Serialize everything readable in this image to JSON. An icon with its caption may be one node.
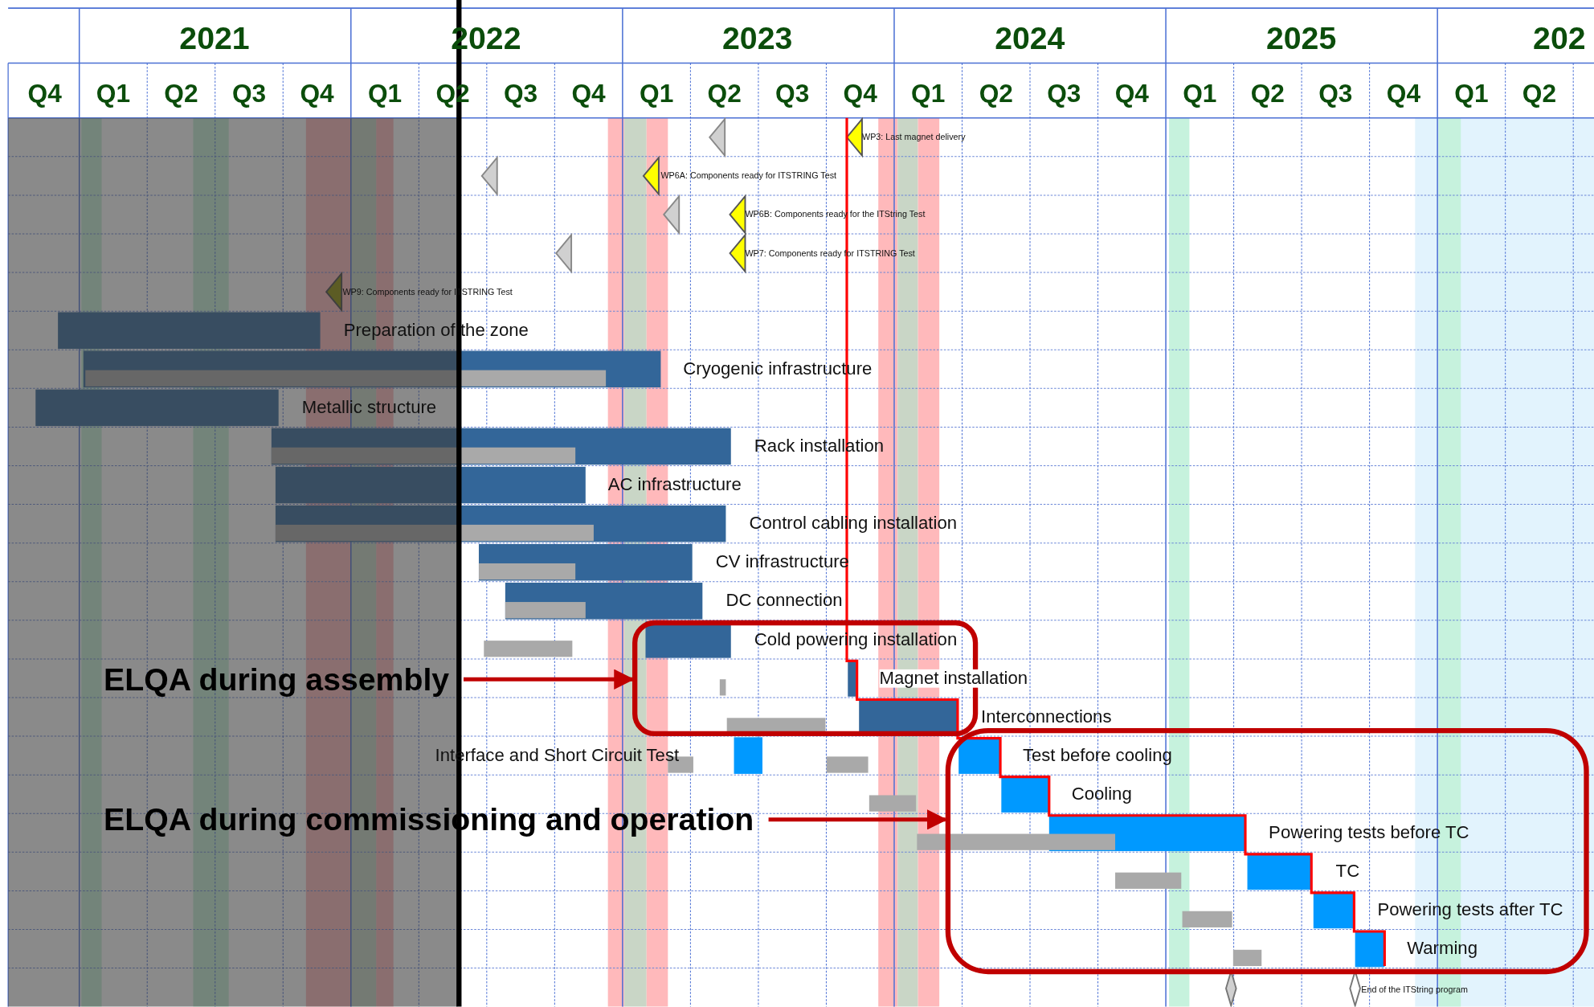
{
  "diagram": {
    "nodes": [
      {
        "text": [
          "ELQA during assembly"
        ]
      },
      {
        "text": [],
        "shape": "box"
      },
      {
        "text": [
          "ELQA during commissioning and operation"
        ]
      },
      {
        "text": [],
        "shape": "box"
      }
    ],
    "edges": [
      {
        "from": 0,
        "to": 1,
        "arrow": "to"
      },
      {
        "from": 2,
        "to": 3,
        "arrow": "to"
      }
    ],
    "labels": [
      "2021",
      "2022",
      "2023",
      "2024",
      "2025",
      "202",
      "Q4",
      "Q1",
      "Q2",
      "Q3",
      "Q4",
      "Q1",
      "Q2",
      "Q3",
      "Q4",
      "Q1",
      "Q2",
      "Q3",
      "Q4",
      "Q1",
      "Q2",
      "Q3",
      "Q4",
      "Q1",
      "Q2",
      "Q3",
      "Q4",
      "Q1",
      "Q2",
      "WP3: Last magnet delivery",
      "WP6A: Components ready for ITSTRING Test",
      "WP6B: Components ready for the ITString Test",
      "WP7: Components ready for ITSTRING Test",
      "WP9: Components ready for ITSTRING Test",
      "Preparation of the zone",
      "Cryogenic infrastructure",
      "Metallic structure",
      "Rack installation",
      "AC infrastructure",
      "Control cabling installation",
      "CV infrastructure",
      "DC connection",
      "Cold powering installation",
      "Magnet installation",
      "Interconnections",
      "Interface and Short Circuit Test",
      "Test before cooling",
      "Cooling",
      "Powering tests before TC",
      "TC",
      "Powering tests after TC",
      "Warming",
      "End of the ITString program"
    ]
  }
}
